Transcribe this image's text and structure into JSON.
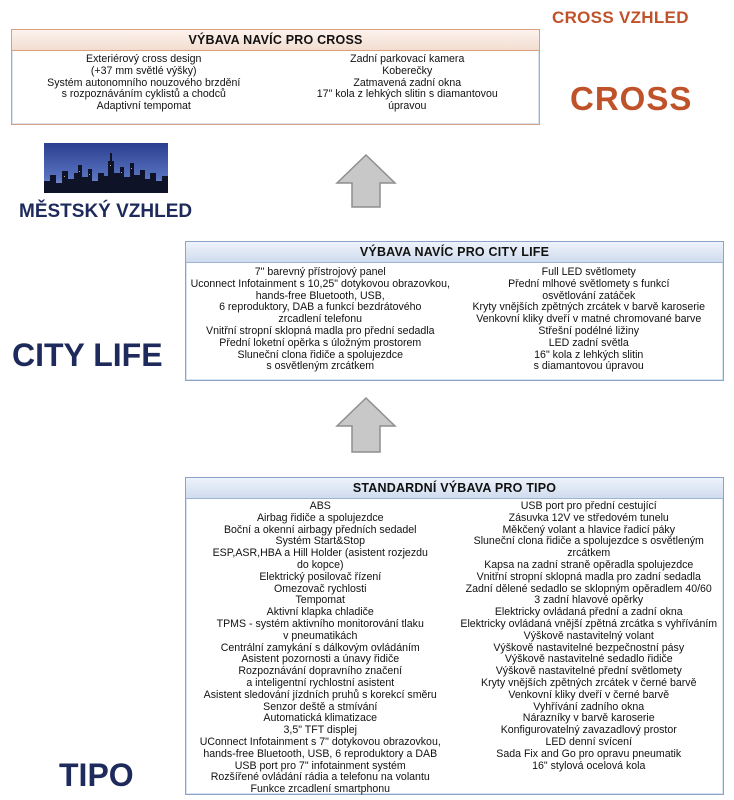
{
  "corner_label": "CROSS VZHLED",
  "tier_labels": {
    "cross": "CROSS",
    "urban": "MĚSTSKÝ VZHLED",
    "city_life": "CITY LIFE",
    "tipo": "TIPO"
  },
  "cross_box": {
    "title": "VÝBAVA NAVÍC PRO CROSS",
    "left": [
      "Exteriérový cross design",
      "(+37 mm světlé výšky)",
      "Systém autonomního nouzového brzdění",
      "s rozpoznáváním cyklistů a chodců",
      "Adaptivní tempomat"
    ],
    "right": [
      "Zadní parkovací kamera",
      "Koberečky",
      "Zatmavená zadní okna",
      "17\" kola z lehkých slitin s diamantovou",
      "úpravou"
    ]
  },
  "city_box": {
    "title": "VÝBAVA NAVÍC PRO CITY LIFE",
    "left": [
      "7\" barevný přístrojový panel",
      "Uconnect Infotainment s 10,25\" dotykovou obrazovkou,",
      "hands-free Bluetooth, USB,",
      "6 reproduktory, DAB a funkcí bezdrátového",
      "zrcadlení telefonu",
      "Vnitřní stropní sklopná madla pro přední sedadla",
      "Přední loketní opěrka s úložným prostorem",
      "Sluneční clona řidiče a spolujezdce",
      "s osvětleným zrcátkem"
    ],
    "right": [
      "Full LED světlomety",
      "Přední mlhové světlomety s funkcí",
      "osvětlování zatáček",
      "Kryty vnějších zpětných zrcátek v barvě karoserie",
      "Venkovní kliky dveří v matné chromované barve",
      "Střešní podélné ližiny",
      "LED zadní světla",
      "16\" kola z lehkých slitin",
      "s diamantovou úpravou"
    ]
  },
  "tipo_box": {
    "title": "STANDARDNÍ VÝBAVA PRO TIPO",
    "left": [
      "ABS",
      "Airbag řidiče a spolujezdce",
      "Boční a okenní airbagy předních sedadel",
      "Systém Start&Stop",
      "ESP,ASR,HBA a Hill Holder (asistent rozjezdu",
      "do kopce)",
      "Elektrický posilovač řízení",
      "Omezovač rychlosti",
      "Tempomat",
      "Aktivní klapka chladiče",
      "TPMS - systém aktivního monitorování tlaku",
      "v pneumatikách",
      "Centrální zamykání s dálkovým ovládáním",
      "Asistent pozornosti a únavy řidiče",
      "Rozpoznávání dopravního značení",
      "a inteligentní rychlostní asistent",
      "Asistent sledování jízdních pruhů s korekcí směru",
      "Senzor deště a stmívání",
      "Automatická klimatizace",
      "3,5\" TFT displej",
      "UConnect Infotainment s 7\" dotykovou obrazovkou,",
      "hands-free Bluetooth, USB, 6 reproduktory a DAB",
      "USB port pro 7\" infotainment systém",
      "Rozšířené ovládání rádia a telefonu na volantu",
      "Funkce zrcadlení smartphonu"
    ],
    "right": [
      "USB port pro přední cestující",
      "Zásuvka 12V ve středovém tunelu",
      "Měkčený volant a hlavice řadicí páky",
      "Sluneční clona řidiče a spolujezdce s osvětleným",
      "zrcátkem",
      "Kapsa na zadní straně opěradla spolujezdce",
      "Vnitřní stropní sklopná madla pro zadní sedadla",
      "Zadní dělené sedadlo se sklopným opěradlem 40/60",
      "3  zadní hlavové opěrky",
      "Elektricky ovládaná přední a zadní okna",
      "Elektricky ovládaná vnější zpětná zrcátka s vyhříváním",
      "Výškově nastavitelný volant",
      "Výškově nastavitelné bezpečnostní pásy",
      "Výškově nastavitelné sedadlo řidiče",
      "Výškově nastavitelné přední světlomety",
      "Kryty vnějších zpětných zrcátek v černé barvě",
      "Venkovní kliky dveří v černé barvě",
      "Vyhřívání zadního okna",
      "Nárazníky v barvě karoserie",
      "Konfigurovatelný zavazadlový prostor",
      "LED denní svícení",
      "Sada Fix and Go pro opravu pneumatik",
      "16\" stylová ocelová kola"
    ]
  },
  "colors": {
    "cross_accent": "#c0522a",
    "navy": "#1d2a5b",
    "box_border": "#8aa3c9",
    "arrow_fill": "#c8c8c8"
  }
}
